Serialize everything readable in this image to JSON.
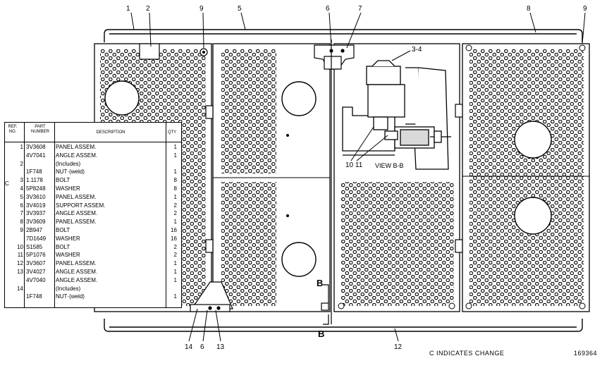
{
  "callouts": {
    "n1": "1",
    "n2": "2",
    "n9a": "9",
    "n5": "5",
    "n6a": "6",
    "n7": "7",
    "n8": "8",
    "n9b": "9",
    "n34": "3-4",
    "n10_11": "10 11",
    "n14": "14",
    "n6b": "6",
    "n13": "13",
    "n12": "12"
  },
  "view_label": "VIEW B-B",
  "section_letter_top": "B",
  "section_letter_bottom": "B",
  "change_note": "C INDICATES CHANGE",
  "drawing_number": "169364",
  "change_marker": "C",
  "table": {
    "headers": {
      "ref": "REF. NO.",
      "part": "PART NUMBER",
      "desc": "DESCRIPTION",
      "qty": "QTY"
    },
    "rows": [
      {
        "ref": "1",
        "part": "3V3608",
        "desc": "PANEL ASSEM.",
        "qty": "1"
      },
      {
        "ref": "",
        "part": "4V7041",
        "desc": "ANGLE ASSEM.",
        "qty": "1"
      },
      {
        "ref": "2",
        "part": "",
        "desc": "(Includes)",
        "qty": ""
      },
      {
        "ref": "",
        "part": "1F748",
        "desc": "NUT·(weld)",
        "qty": "1"
      },
      {
        "ref": "3",
        "part": "1.1178",
        "desc": "BOLT",
        "qty": "8"
      },
      {
        "ref": "4",
        "part": "5P8248",
        "desc": "WASHER",
        "qty": "8"
      },
      {
        "ref": "5",
        "part": "3V3610",
        "desc": "PANEL ASSEM.",
        "qty": "1"
      },
      {
        "ref": "6",
        "part": "3V4019",
        "desc": "SUPPORT ASSEM.",
        "qty": "2"
      },
      {
        "ref": "7",
        "part": "3V3937",
        "desc": "ANGLE ASSEM.",
        "qty": "2"
      },
      {
        "ref": "8",
        "part": "3V3609",
        "desc": "PANEL ASSEM.",
        "qty": "1"
      },
      {
        "ref": "9",
        "part": "2B947",
        "desc": "BOLT",
        "qty": "16"
      },
      {
        "ref": "",
        "part": "7D1649",
        "desc": "WASHER",
        "qty": "16"
      },
      {
        "ref": "10",
        "part": "S1585",
        "desc": "BOLT",
        "qty": "2"
      },
      {
        "ref": "11",
        "part": "5P1076",
        "desc": "WASHER",
        "qty": "2"
      },
      {
        "ref": "12",
        "part": "3V3607",
        "desc": "PANEL ASSEM.",
        "qty": "1"
      },
      {
        "ref": "13",
        "part": "3V4027",
        "desc": "ANGLE ASSEM.",
        "qty": "1"
      },
      {
        "ref": "",
        "part": "4V7040",
        "desc": "ANGLE ASSEM.",
        "qty": "1"
      },
      {
        "ref": "14",
        "part": "",
        "desc": "(Includes)",
        "qty": ""
      },
      {
        "ref": "",
        "part": "1F748",
        "desc": "NUT·(weld)",
        "qty": "1"
      }
    ]
  }
}
